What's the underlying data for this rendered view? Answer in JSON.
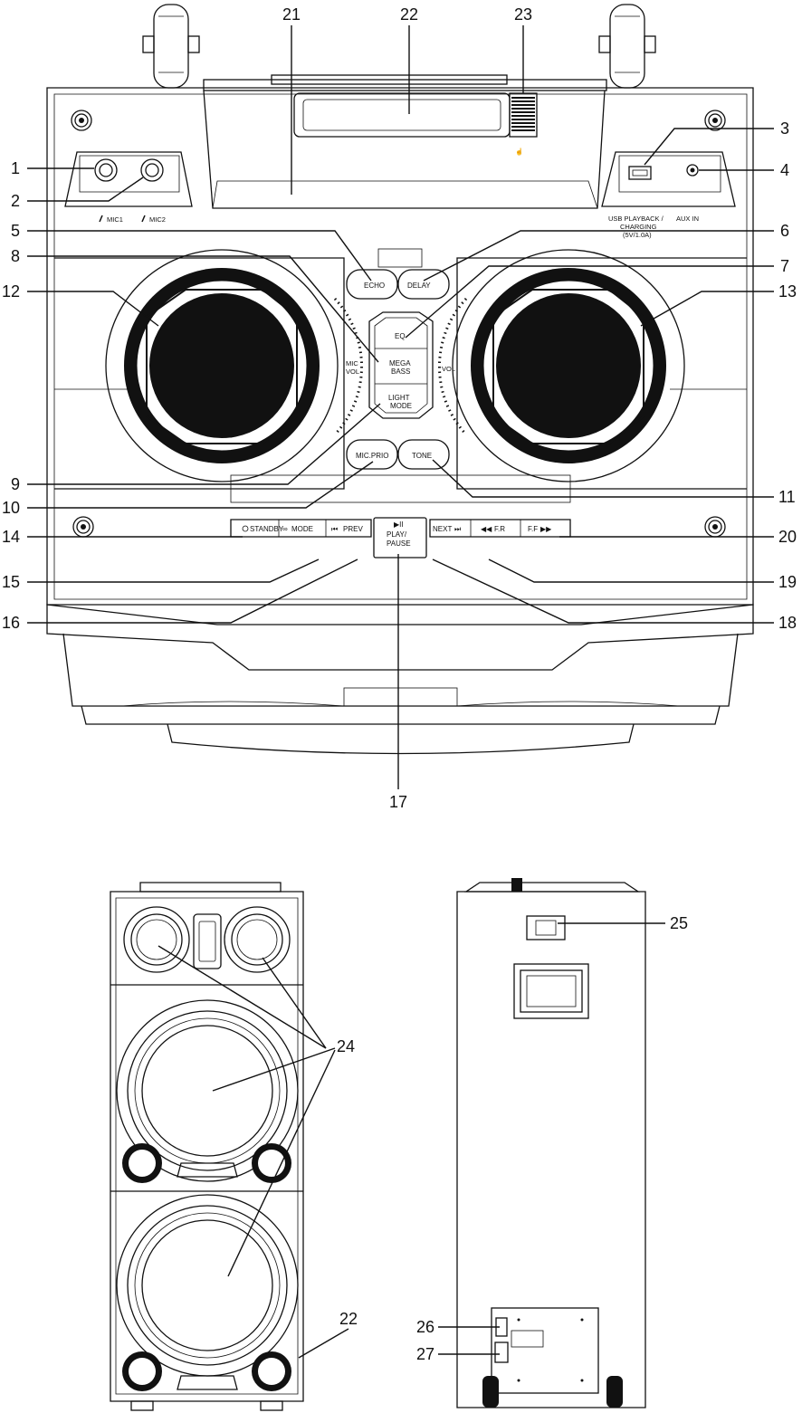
{
  "callouts_top": {
    "n1": "1",
    "n2": "2",
    "n3": "3",
    "n4": "4",
    "n5": "5",
    "n6": "6",
    "n7": "7",
    "n8": "8",
    "n9": "9",
    "n10": "10",
    "n11": "11",
    "n12": "12",
    "n13": "13",
    "n14": "14",
    "n15": "15",
    "n16": "16",
    "n17": "17",
    "n18": "18",
    "n19": "19",
    "n20": "20",
    "n21": "21",
    "n22": "22",
    "n23": "23"
  },
  "callouts_bottom": {
    "n22": "22",
    "n24": "24",
    "n25": "25",
    "n26": "26",
    "n27": "27"
  },
  "labels": {
    "mic1": "MIC1",
    "mic2": "MIC2",
    "usb1": "USB PLAYBACK /",
    "usb2": "CHARGING",
    "usb3": "(5V/1.0A)",
    "aux": "AUX IN",
    "micvol1": "MIC",
    "micvol2": "VOL",
    "vol": "VOL"
  },
  "buttons": {
    "echo": "ECHO",
    "delay": "DELAY",
    "eq": "EQ",
    "mega1": "MEGA",
    "mega2": "BASS",
    "light1": "LIGHT",
    "light2": "MODE",
    "micprio": "MIC.PRIO",
    "tone": "TONE",
    "standby": "STANDBY",
    "mode": "MODE",
    "prev": "PREV",
    "play1": "PLAY/",
    "play2": "PAUSE",
    "next": "NEXT",
    "fr": "F.R",
    "ff": "F.F"
  }
}
